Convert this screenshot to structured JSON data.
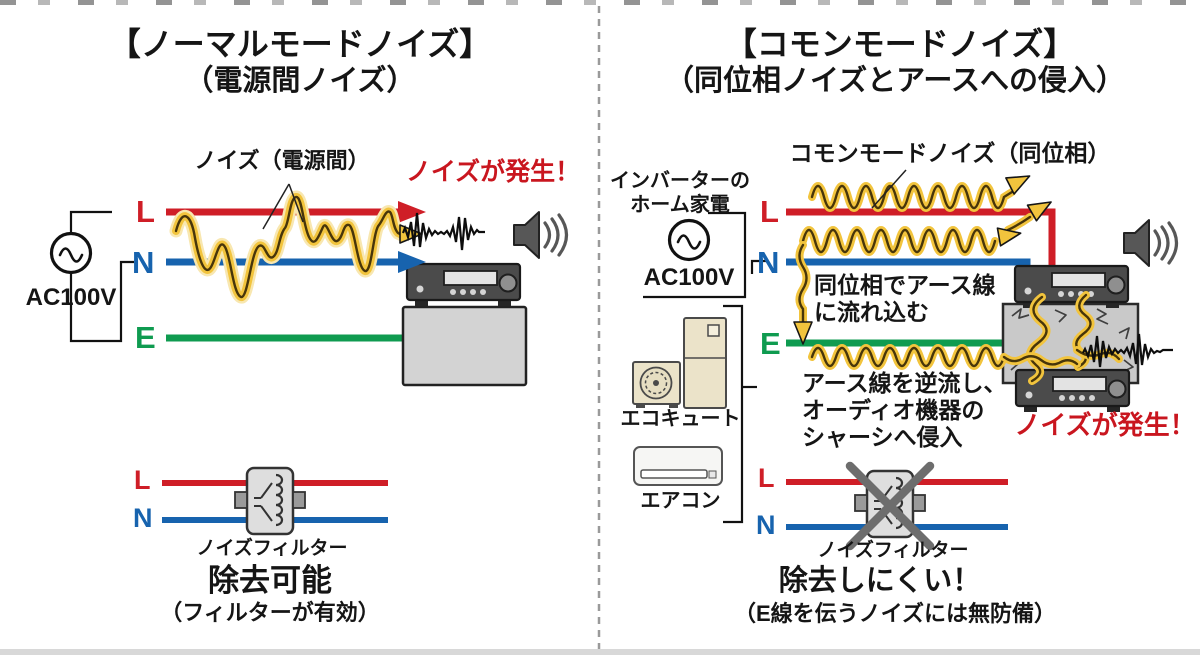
{
  "left_panel": {
    "title": "【ノーマルモードノイズ】",
    "subtitle": "（電源間ノイズ）",
    "noise_callout": "ノイズ（電源間）",
    "noise_alert": "ノイズが発生！",
    "ac_label": "AC100V",
    "line_l": "L",
    "line_n": "N",
    "line_e": "E",
    "filter_line_l": "L",
    "filter_line_n": "N",
    "filter_label": "ノイズフィルター",
    "verdict": "除去可能",
    "verdict_note": "（フィルターが有効）"
  },
  "right_panel": {
    "title": "【コモンモードノイズ】",
    "subtitle": "（同位相ノイズとアースへの侵入）",
    "noise_callout": "コモンモードノイズ（同位相）",
    "inverter_label": "インバーターの\nホーム家電",
    "ac_label": "AC100V",
    "line_l": "L",
    "line_n": "N",
    "line_e": "E",
    "earth_flow_note": "同位相でアース線\nに流れ込む",
    "chassis_note": "アース線を逆流し、\nオーディオ機器の\nシャーシへ侵入",
    "noise_alert": "ノイズが発生！",
    "appliance_ecocute": "エコキュート",
    "appliance_aircon": "エアコン",
    "filter_line_l": "L",
    "filter_line_n": "N",
    "filter_label": "ノイズフィルター",
    "verdict": "除去しにくい！",
    "verdict_note": "（E線を伝うノイズには無防備）"
  },
  "icons": [
    "ac-source-icon",
    "speaker-icon",
    "amplifier-icon",
    "speaker-cabinet-icon",
    "noise-filter-icon",
    "cross-icon",
    "noise-wave-icon",
    "noise-arrow-icon",
    "noise-burst-icon",
    "chassis-icon",
    "ecocute-icon",
    "aircon-icon",
    "divider-line"
  ],
  "colors": {
    "line_live_red": "#cf1e27",
    "line_neutral_blue": "#1763ae",
    "line_earth_green": "#0f9b50",
    "noise_yellow": "#f2c43d",
    "alert_red": "#c9161f",
    "text_black": "#151515"
  }
}
